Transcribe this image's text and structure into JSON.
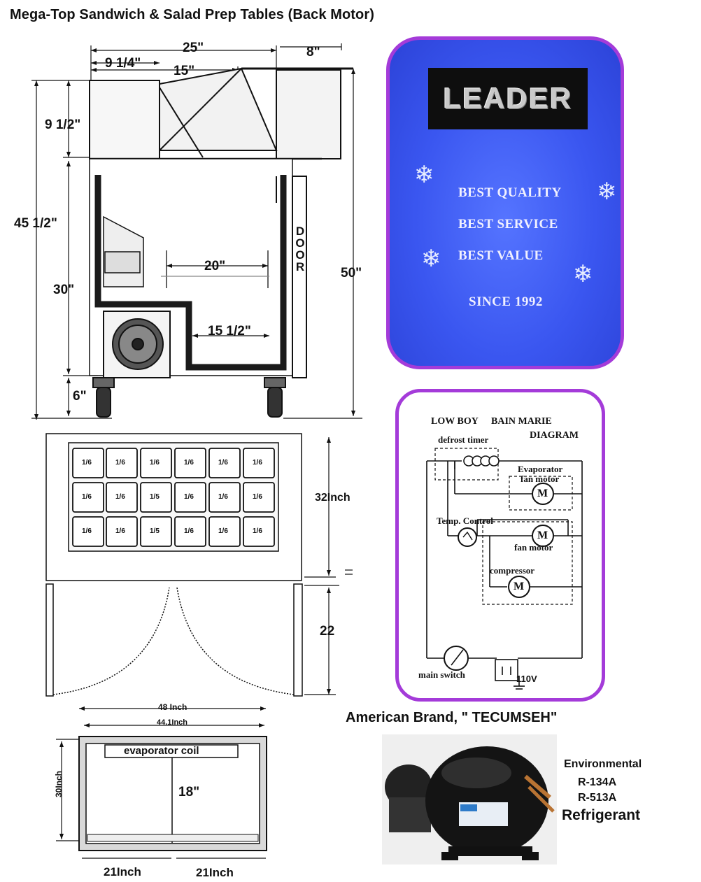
{
  "title": "Mega-Top Sandwich & Salad Prep Tables  (Back Motor)",
  "side_view": {
    "dims": {
      "top_width": "25\"",
      "lid_depth": "9 1/4\"",
      "lid_span": "15\"",
      "back_rail": "8\"",
      "top_height": "9 1/2\"",
      "total_height": "45 1/2\"",
      "cabinet_height": "30\"",
      "overall_height": "50\"",
      "caster_height": "6\"",
      "shelf_width": "20\"",
      "floor_width": "15 1/2\""
    },
    "door_label": "DOOR"
  },
  "top_view": {
    "pan_label": "1/6",
    "pan_rows": [
      [
        "1/6",
        "1/6",
        "1/6",
        "1/6",
        "1/6",
        "1/6"
      ],
      [
        "1/6",
        "1/6",
        "1/5",
        "1/6",
        "1/6",
        "1/6"
      ],
      [
        "1/6",
        "1/6",
        "1/5",
        "1/6",
        "1/6",
        "1/6"
      ]
    ],
    "depth_label": "32Inch",
    "door_swing_label": "22"
  },
  "interior_view": {
    "outer_width": "48 Inch",
    "inner_width": "44.1Inch",
    "height_label": "30Inch",
    "coil_label": "evaporator coil",
    "shelf_height": "18\"",
    "left_section": "21Inch",
    "right_section": "21Inch"
  },
  "leader_panel": {
    "logo": "LEADER",
    "lines": [
      "BEST QUALITY",
      "BEST SERVICE",
      "BEST VALUE"
    ],
    "since": "SINCE 1992",
    "colors": {
      "border": "#a43bd9",
      "background": "#3a56f0"
    }
  },
  "circuit": {
    "title_left": "LOW BOY",
    "title_right": "BAIN MARIE",
    "title_sub": "DIAGRAM",
    "defrost": "defrost timer",
    "evaporator": "Evaporator",
    "evap_fan": "fan motor",
    "temp_control": "Temp. Control",
    "fan_motor": "fan motor",
    "compressor": "compressor",
    "main_switch": "main switch",
    "voltage": "110V",
    "motor_symbol": "M"
  },
  "compressor": {
    "brand_line": "American Brand, \" TECUMSEH\"",
    "environmental": "Environmental",
    "refrigerants": [
      "R-134A",
      "R-513A"
    ],
    "refrigerant_word": "Refrigerant"
  }
}
